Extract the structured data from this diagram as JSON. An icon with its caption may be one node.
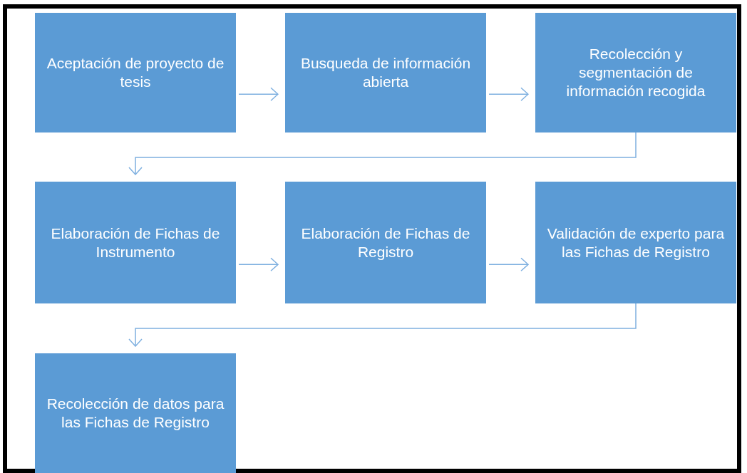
{
  "diagram": {
    "nodes": [
      {
        "text": [
          "Aceptación de proyecto de tesis"
        ]
      },
      {
        "text": [
          "Busqueda de información abierta"
        ]
      },
      {
        "text": [
          "Recolección y segmentación de información recogida"
        ]
      },
      {
        "text": [
          "Elaboración de Fichas de Instrumento"
        ]
      },
      {
        "text": [
          "Elaboración de Fichas de Registro"
        ]
      },
      {
        "text": [
          "Validación de experto para las Fichas de Registro"
        ]
      },
      {
        "text": [
          "Recolección de datos para las Fichas de Registro"
        ]
      }
    ],
    "edges": [
      {
        "from": 0,
        "to": 1,
        "arrow": "to"
      },
      {
        "from": 1,
        "to": 2,
        "arrow": "to"
      },
      {
        "from": 2,
        "to": 3,
        "arrow": "to"
      },
      {
        "from": 3,
        "to": 4,
        "arrow": "to"
      },
      {
        "from": 4,
        "to": 5,
        "arrow": "to"
      },
      {
        "from": 5,
        "to": 6,
        "arrow": "to"
      }
    ]
  }
}
